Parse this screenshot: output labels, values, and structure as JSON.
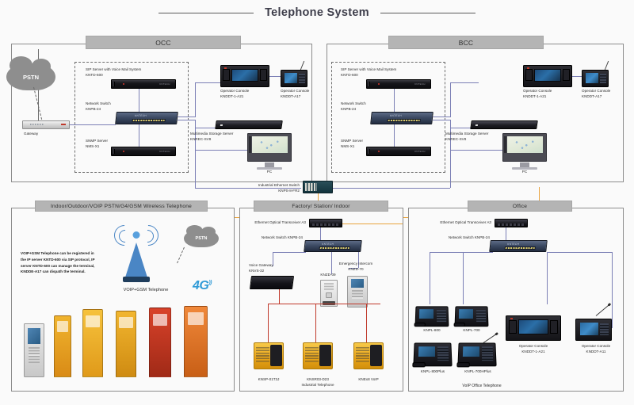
{
  "title": "Telephone System",
  "sections": {
    "occ": "OCC",
    "bcc": "BCC",
    "wireless": "Indoor/Outdoor/VOIP PSTN/G4/GSM Wireless Telephone",
    "factory": "Factory/ Station/ Indoor",
    "office": "Office"
  },
  "pstn": {
    "cloud_top": "PSTN",
    "gateway": "Gateway",
    "cloud_bottom": "PSTN"
  },
  "occ": {
    "sip_server": "SIP Server with Voice Mail System\nKNTD-600",
    "network_switch": "Network Switch\nKNPB-24",
    "snmp_server": "SNMP  Server\nNMS-X1",
    "operator_console_1": "Operator Console\nKNDDT-1-A21",
    "operator_console_2": "Operator Console\nKNDDT-A17",
    "storage_server": "Multimedia Storage Server\nKNREC-SV8",
    "pc": "PC"
  },
  "bcc": {
    "sip_server": "SIP Server with Voice Mail System\nKNTD-600",
    "network_switch": "Network Switch\nKNPB-24",
    "snmp_server": "SNMP Server\nNMS-X1",
    "operator_console_1": "Operator Console\nKNDDT-1-A21",
    "operator_console_2": "Operator Console\nKNDDT-A17",
    "storage_server": "Multimedia Storage Server\nKNREC-SV8",
    "pc": "PC"
  },
  "core": {
    "industrial_switch": "Industrial Ethernet Switch\nKNPS-8-FR2"
  },
  "wireless": {
    "note": "VOIP+GSM Telephone can be registered in\nthe IP server KNTD-600 via SIP protocol, IP\nserver KNTD-600 can manage the terminal,\nKNDDE-A17 can dispath the terminal.",
    "caption": "VOIP+GSM Telephone",
    "g4": "4G",
    "g4_sup": "))"
  },
  "factory": {
    "transceiver": "Ethernet Optical Transceiver A3",
    "network_switch": "Network Switch KNPB-24",
    "voice_gateway": "Voice Gateway\nKNVS-32",
    "kiosk": "KNZD-09",
    "intercom": "Emergency Intercom\nKNZD-70",
    "phone_1": "KNSP-01T3J",
    "phone_2": "KNSR03-D23",
    "phone_2_sub": "Industrial Telephone",
    "phone_3": "KNEx8 VoIP"
  },
  "office": {
    "transceiver": "Ethernet Optical Transceiver A3",
    "network_switch": "Network Switch KNPB-24",
    "phone_1": "KNPL-800",
    "phone_2": "KNPL-700",
    "phone_3": "KNPL-800Plus",
    "phone_4": "KNPL-700HPlus",
    "operator_console_1": "Operator Console\nKNDDT-1-A21",
    "operator_console_2": "Operator Console\nKNDDT-A11",
    "caption": "VoIP Office Telephone"
  },
  "colors": {
    "link_purple": "#7b7fb5",
    "link_orange": "#e8a33d",
    "link_red": "#c0392b",
    "bar_grey": "#b4b4b4",
    "accent_blue": "#4a86c5"
  }
}
